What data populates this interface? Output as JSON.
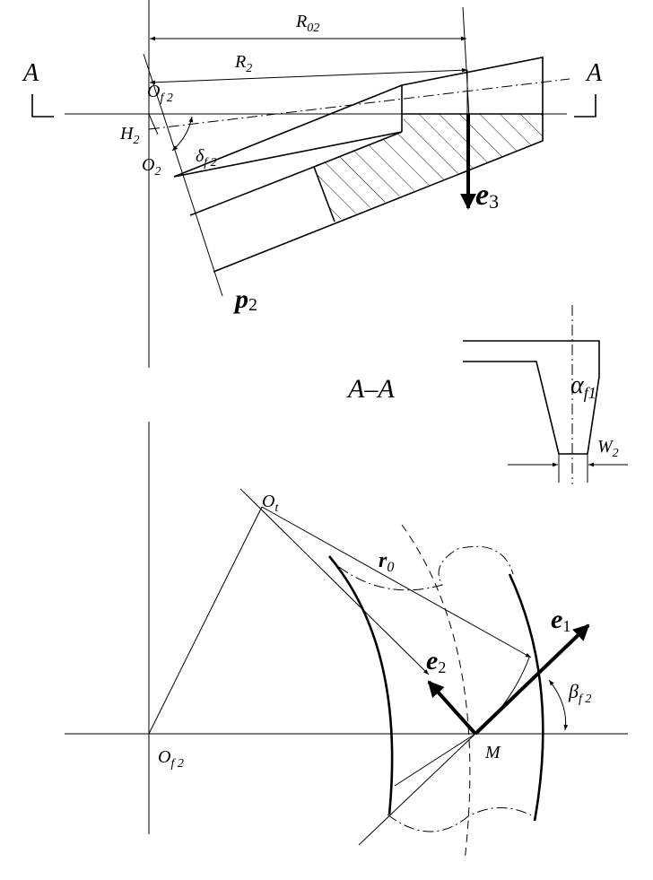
{
  "labels": {
    "section_mark_left": "A",
    "section_mark_right": "A",
    "r02": "R",
    "r02_sub": "02",
    "r2": "R",
    "r2_sub": "2",
    "of2_top": "O",
    "of2_top_sub": "f 2",
    "h2": "H",
    "h2_sub": "2",
    "o2": "O",
    "o2_sub": "2",
    "delta": "δ",
    "delta_sub": "f 2",
    "p2": "p",
    "p2_sub": "2",
    "e3": "e",
    "e3_sub": "3",
    "section_title": "A–A",
    "alpha": "α",
    "alpha_sub": "f1",
    "w2": "W",
    "w2_sub": "2",
    "ot": "O",
    "ot_sub": "t",
    "r0": "r",
    "r0_sub": "0",
    "e1": "e",
    "e1_sub": "1",
    "e2": "e",
    "e2_sub": "2",
    "beta": "β",
    "beta_sub": "f 2",
    "m": "M",
    "of2_bottom": "O",
    "of2_bottom_sub": "f 2"
  }
}
